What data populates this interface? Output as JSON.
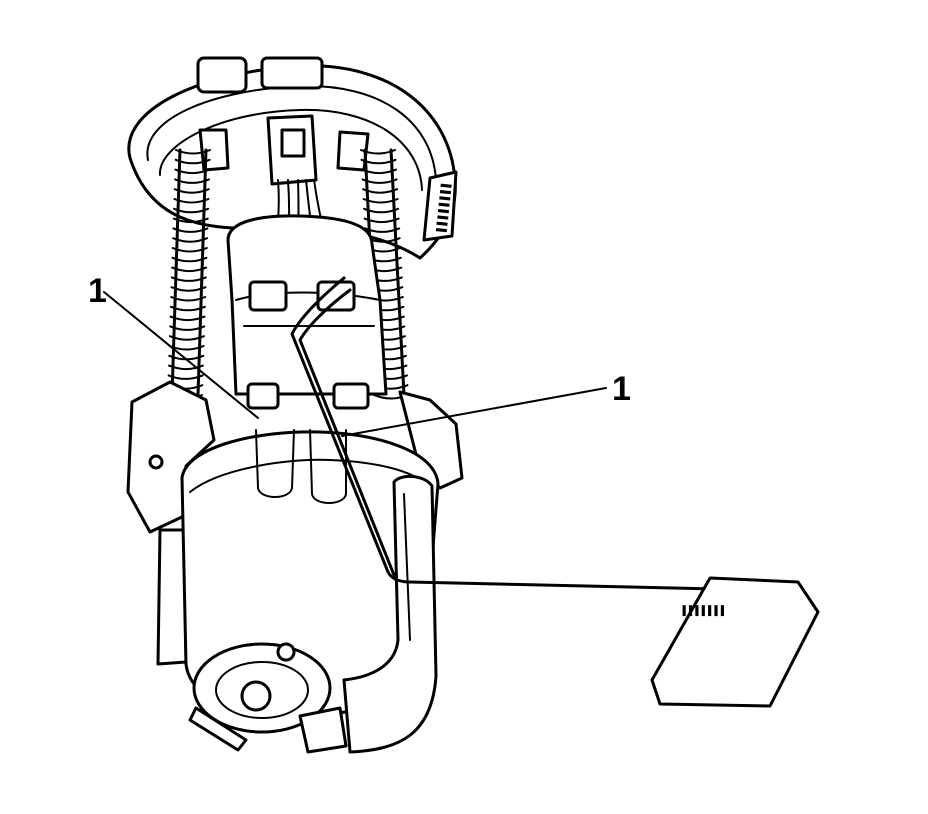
{
  "callouts": [
    {
      "label": "1"
    },
    {
      "label": "1"
    }
  ],
  "stamps": {
    "flange_code": "(part number stamp)",
    "float_code": "(part number stamp)"
  }
}
